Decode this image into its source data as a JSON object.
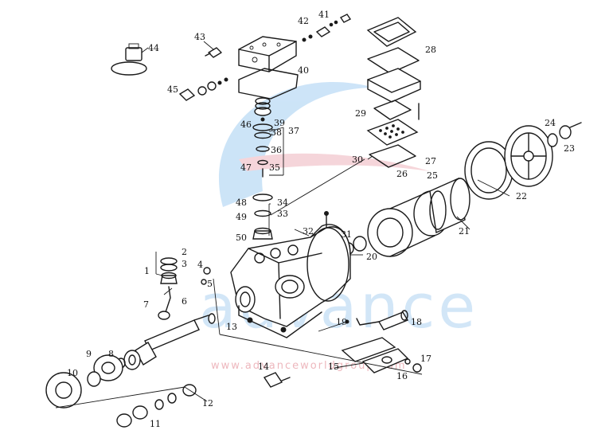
{
  "watermark": {
    "logo_text": "advance",
    "url_text": "www.advanceworldgroup.com",
    "color_blue": "#6fb3ea",
    "color_red": "#e58a96"
  },
  "labels": [
    {
      "id": "1",
      "text": "1"
    },
    {
      "id": "2",
      "text": "2"
    },
    {
      "id": "3",
      "text": "3"
    },
    {
      "id": "4",
      "text": "4"
    },
    {
      "id": "5",
      "text": "5"
    },
    {
      "id": "6",
      "text": "6"
    },
    {
      "id": "7",
      "text": "7"
    },
    {
      "id": "8",
      "text": "8"
    },
    {
      "id": "9",
      "text": "9"
    },
    {
      "id": "10",
      "text": "10"
    },
    {
      "id": "11",
      "text": "11"
    },
    {
      "id": "12",
      "text": "12"
    },
    {
      "id": "13",
      "text": "13"
    },
    {
      "id": "14",
      "text": "14"
    },
    {
      "id": "15",
      "text": "15"
    },
    {
      "id": "16",
      "text": "16"
    },
    {
      "id": "17",
      "text": "17"
    },
    {
      "id": "18",
      "text": "18"
    },
    {
      "id": "19",
      "text": "19"
    },
    {
      "id": "20",
      "text": "20"
    },
    {
      "id": "21",
      "text": "21"
    },
    {
      "id": "22",
      "text": "22"
    },
    {
      "id": "23",
      "text": "23"
    },
    {
      "id": "24",
      "text": "24"
    },
    {
      "id": "25",
      "text": "25"
    },
    {
      "id": "26",
      "text": "26"
    },
    {
      "id": "27",
      "text": "27"
    },
    {
      "id": "28",
      "text": "28"
    },
    {
      "id": "29",
      "text": "29"
    },
    {
      "id": "30",
      "text": "30"
    },
    {
      "id": "31",
      "text": "31"
    },
    {
      "id": "32",
      "text": "32"
    },
    {
      "id": "33",
      "text": "33"
    },
    {
      "id": "34",
      "text": "34"
    },
    {
      "id": "35",
      "text": "35"
    },
    {
      "id": "36",
      "text": "36"
    },
    {
      "id": "37",
      "text": "37"
    },
    {
      "id": "38",
      "text": "38"
    },
    {
      "id": "39",
      "text": "39"
    },
    {
      "id": "40",
      "text": "40"
    },
    {
      "id": "41",
      "text": "41"
    },
    {
      "id": "42",
      "text": "42"
    },
    {
      "id": "43",
      "text": "43"
    },
    {
      "id": "44",
      "text": "44"
    },
    {
      "id": "45",
      "text": "45"
    },
    {
      "id": "46",
      "text": "46"
    },
    {
      "id": "47",
      "text": "47"
    },
    {
      "id": "48",
      "text": "48"
    },
    {
      "id": "49",
      "text": "49"
    },
    {
      "id": "50",
      "text": "50"
    }
  ]
}
